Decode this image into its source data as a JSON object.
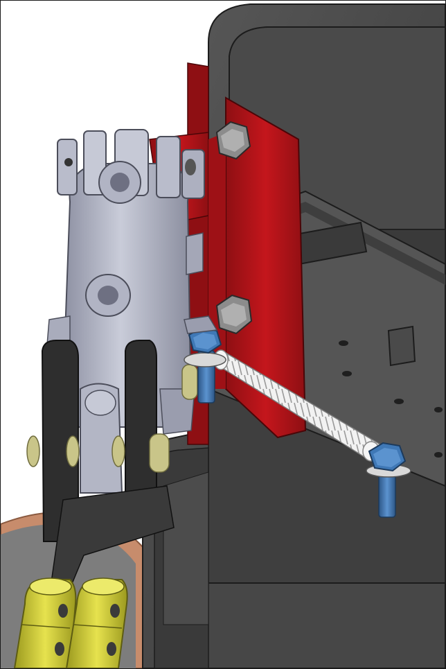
{
  "colors": {
    "background": "#ffffff",
    "housing_dark": "#3b3b3b",
    "housing_mid": "#4a4a4a",
    "housing_light": "#5a5a5a",
    "bracket_red": "#b3141a",
    "bracket_red_dark": "#7e0c10",
    "linkage_gray": "#a9acbc",
    "linkage_gray_dark": "#7f8294",
    "arm_black": "#2a2a2a",
    "bolt_blue": "#3f78b6",
    "bolt_blue_dark": "#2c5687",
    "spring_white": "#e9e9e9",
    "pin_olive": "#c9c589",
    "chain_yellow": "#d8d43a",
    "chain_yellow_dark": "#9c9a1f",
    "disc_copper": "#b97a5a"
  },
  "icons": {
    "bracket": "red-mounting-bracket",
    "spring": "tension-spring",
    "bolt": "hex-bolt",
    "chain": "yellow-chain-links"
  }
}
